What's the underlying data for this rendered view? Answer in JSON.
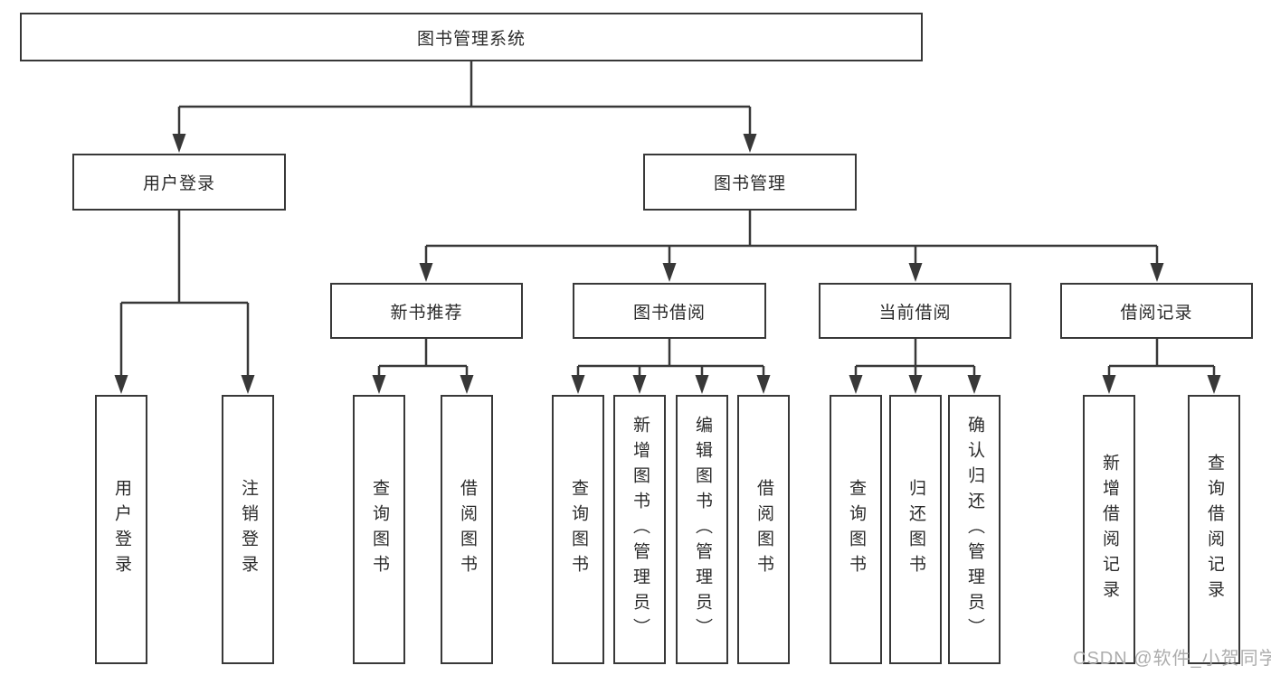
{
  "diagram": {
    "title": "图书管理系统",
    "nodes": {
      "root": "图书管理系统",
      "user_login": "用户登录",
      "book_mgmt": "图书管理",
      "new_book_rec": "新书推荐",
      "book_borrow": "图书借阅",
      "current_borrow": "当前借阅",
      "borrow_records": "借阅记录",
      "leaf_user_login": "用户登录",
      "leaf_logout": "注销登录",
      "leaf_rec_query": "查询图书",
      "leaf_rec_borrow": "借阅图书",
      "leaf_bb_query": "查询图书",
      "leaf_bb_add": "新增图书（管理员）",
      "leaf_bb_edit": "编辑图书（管理员）",
      "leaf_bb_borrow": "借阅图书",
      "leaf_cb_query": "查询图书",
      "leaf_cb_return": "归还图书",
      "leaf_cb_confirm": "确认归还（管理员）",
      "leaf_br_add": "新增借阅记录",
      "leaf_br_query": "查询借阅记录"
    },
    "hierarchy": {
      "图书管理系统": {
        "用户登录": [
          "用户登录",
          "注销登录"
        ],
        "图书管理": {
          "新书推荐": [
            "查询图书",
            "借阅图书"
          ],
          "图书借阅": [
            "查询图书",
            "新增图书（管理员）",
            "编辑图书（管理员）",
            "借阅图书"
          ],
          "当前借阅": [
            "查询图书",
            "归还图书",
            "确认归还（管理员）"
          ],
          "借阅记录": [
            "新增借阅记录",
            "查询借阅记录"
          ]
        }
      }
    },
    "colors": {
      "line": "#383838",
      "box_border": "#383838",
      "box_fill": "#ffffff",
      "text": "#2b2b2b",
      "watermark": "#adadad"
    }
  },
  "watermark": "CSDN @软件_小贺同学"
}
